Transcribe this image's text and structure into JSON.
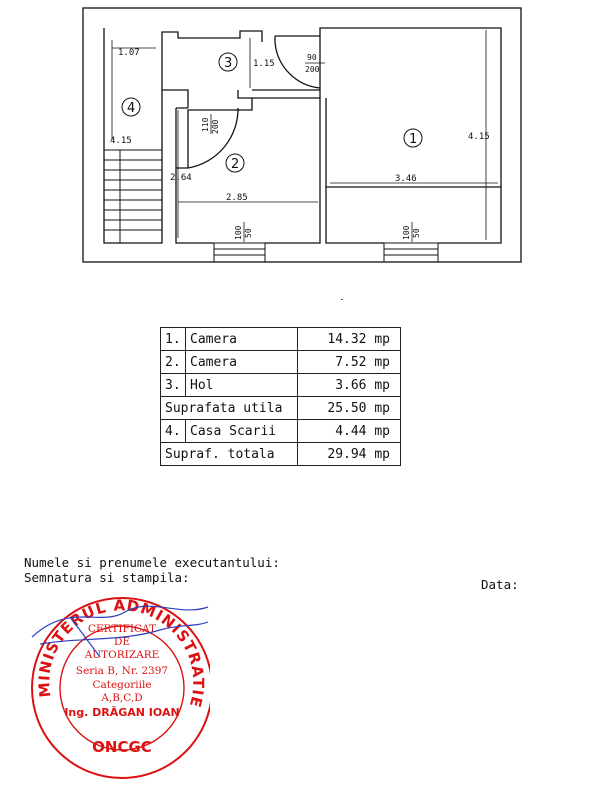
{
  "plan": {
    "dimensions": {
      "d_1_07": "1.07",
      "d_1_15": "1.15",
      "d_4_15_left": "4.15",
      "d_4_15_right": "4.15",
      "d_2_64": "2.64",
      "d_2_85": "2.85",
      "d_3_46": "3.46"
    },
    "doors": {
      "door_90_top": "90",
      "door_90_bottom": "200",
      "door_110_top": "110",
      "door_110_bottom": "200",
      "win_a_top": "100",
      "win_a_bottom": "50",
      "win_b_top": "100",
      "win_b_bottom": "50"
    },
    "rooms": [
      "1",
      "2",
      "3",
      "4"
    ]
  },
  "table": {
    "rows": [
      {
        "num": "1.",
        "name": "Camera",
        "value": "14.32 mp"
      },
      {
        "num": "2.",
        "name": "Camera",
        "value": "7.52 mp"
      },
      {
        "num": "3.",
        "name": "Hol",
        "value": "3.66 mp"
      }
    ],
    "subtotal": {
      "label": "Suprafata utila",
      "value": "25.50 mp"
    },
    "row4": {
      "num": "4.",
      "name": "Casa Scarii",
      "value": "4.44 mp"
    },
    "total": {
      "label": "Supraf. totala",
      "value": "29.94 mp"
    }
  },
  "signature": {
    "executant_label": "Numele si prenumele executantului:",
    "semnatura_label": "Semnatura si stampila:",
    "data_label": "Data:"
  },
  "stamp": {
    "ring_text": "MINISTERUL ADMINISTRATIEI PUBLICE",
    "line1": "CERTIFICAT",
    "line2": "DE",
    "line3": "AUTORIZARE",
    "line4": "Seria B, Nr. 2397",
    "line5": "Categoriile",
    "line6": "A,B,C,D",
    "line7": "Ing. DRĂGAN IOAN",
    "bottom": "ONCGC",
    "color": "#d11111"
  }
}
